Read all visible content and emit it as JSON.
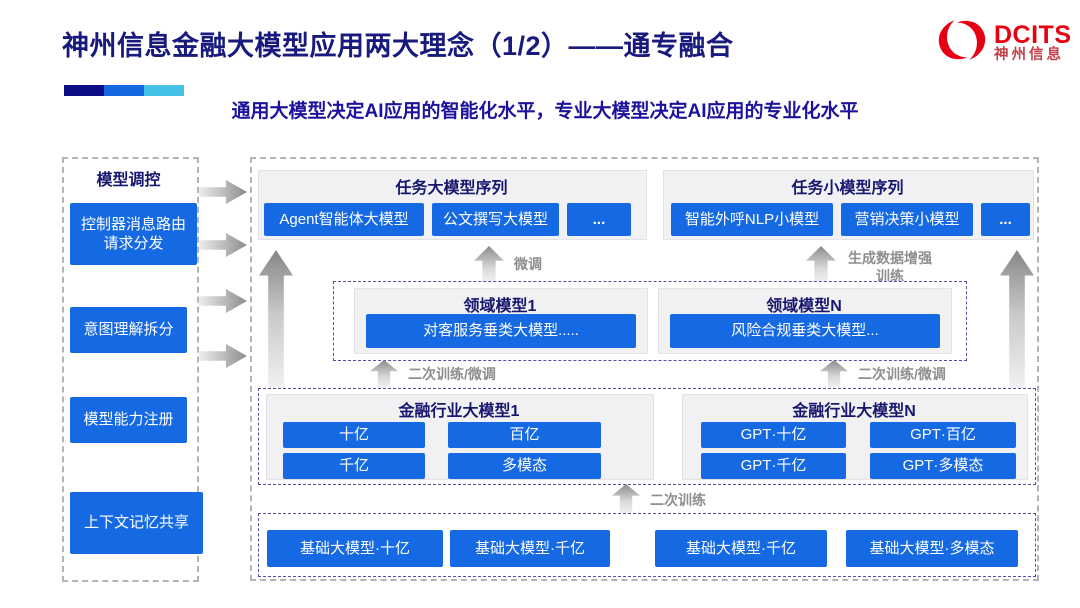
{
  "slide": {
    "title": "神州信息金融大模型应用两大理念（1/2）——通专融合",
    "subtitle": "通用大模型决定AI应用的智能化水平，专业大模型决定AI应用的专业化水平"
  },
  "logo": {
    "name": "DCITS",
    "cn": "神州信息"
  },
  "sidebar": {
    "title": "模型调控",
    "items": [
      "控制器消息路由请求分发",
      "意图理解拆分",
      "模型能力注册",
      "上下文记忆共享"
    ]
  },
  "task_large": {
    "title": "任务大模型序列",
    "items": [
      "Agent智能体大模型",
      "公文撰写大模型",
      "..."
    ]
  },
  "task_small": {
    "title": "任务小模型序列",
    "items": [
      "智能外呼NLP小模型",
      "营销决策小模型",
      "..."
    ]
  },
  "domain_models": {
    "m1": {
      "title": "领域模型1",
      "item": "对客服务垂类大模型....."
    },
    "mN": {
      "title": "领域模型N",
      "item": "风险合规垂类大模型..."
    }
  },
  "industry_models": {
    "m1": {
      "title": "金融行业大模型1",
      "items": [
        "十亿",
        "百亿",
        "千亿",
        "多模态"
      ]
    },
    "mN": {
      "title": "金融行业大模型N",
      "items": [
        "GPT·十亿",
        "GPT·百亿",
        "GPT·千亿",
        "GPT·多模态"
      ]
    }
  },
  "base_models": [
    "基础大模型·十亿",
    "基础大模型·千亿",
    "基础大模型·千亿",
    "基础大模型·多模态"
  ],
  "arrow_labels": {
    "finetune": "微调",
    "gen_data_train": "生成数据增强训练",
    "retrain_finetune_left": "二次训练/微调",
    "retrain_finetune_right": "二次训练/微调",
    "retrain": "二次训练"
  },
  "colors": {
    "box_blue": "#1569e3",
    "heading_navy": "#17176e",
    "subtitle_blue": "#1c129b",
    "logo_red": "#e60012",
    "label_gray": "#8e8e8e",
    "accent_bar": [
      "#0d0d85",
      "#1668e0",
      "#45c1e8"
    ]
  }
}
